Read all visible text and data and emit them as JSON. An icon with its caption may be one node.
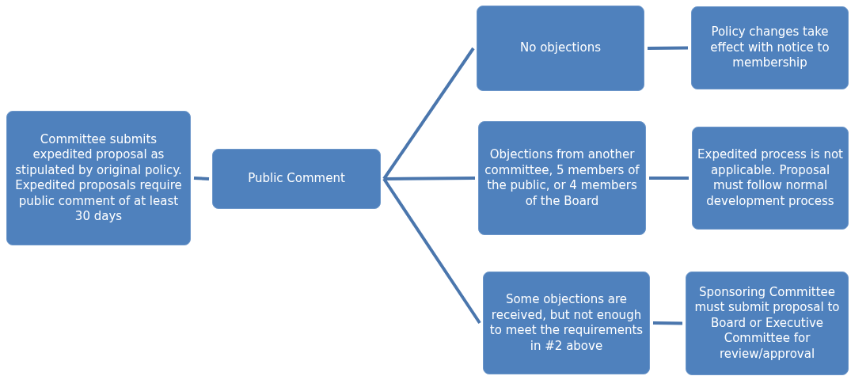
{
  "diagram": {
    "nodes": [
      {
        "text": [
          "Committee submits expedited proposal as stipulated by original policy. Expedited proposals require public comment of at least 30 days"
        ]
      },
      {
        "text": [
          "Public Comment"
        ]
      },
      {
        "text": [
          "No objections"
        ]
      },
      {
        "text": [
          "Policy changes take effect with notice to membership"
        ]
      },
      {
        "text": [
          "Objections from another committee, 5 members of the public, or 4 members of the Board"
        ]
      },
      {
        "text": [
          "Expedited process is not applicable. Proposal must follow normal development process"
        ]
      },
      {
        "text": [
          "Some objections are received, but not enough to meet the requirements in #2 above"
        ]
      },
      {
        "text": [
          "Sponsoring Committee must submit proposal to Board or Executive Committee for review/approval"
        ]
      }
    ],
    "edges": [
      {
        "from": 0,
        "to": 1,
        "arrow": "none"
      },
      {
        "from": 1,
        "to": 2,
        "arrow": "none"
      },
      {
        "from": 1,
        "to": 4,
        "arrow": "none"
      },
      {
        "from": 1,
        "to": 6,
        "arrow": "none"
      },
      {
        "from": 2,
        "to": 3,
        "arrow": "none"
      },
      {
        "from": 4,
        "to": 5,
        "arrow": "none"
      },
      {
        "from": 6,
        "to": 7,
        "arrow": "none"
      }
    ]
  }
}
